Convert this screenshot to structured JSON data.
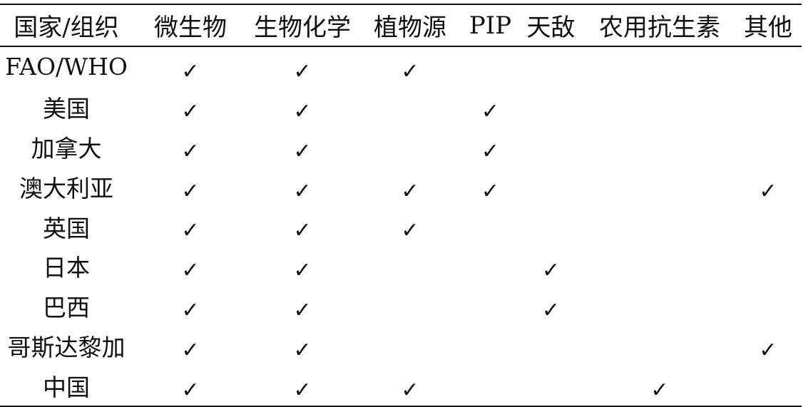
{
  "table": {
    "headers": [
      "国家/组织",
      "微生物",
      "生物化学",
      "植物源",
      "PIP",
      "天敌",
      "农用抗生素",
      "其他"
    ],
    "check_mark": "✓",
    "rows": [
      {
        "country": "FAO/WHO",
        "checks": [
          true,
          true,
          true,
          false,
          false,
          false,
          false
        ]
      },
      {
        "country": "美国",
        "checks": [
          true,
          true,
          false,
          true,
          false,
          false,
          false
        ]
      },
      {
        "country": "加拿大",
        "checks": [
          true,
          true,
          false,
          true,
          false,
          false,
          false
        ]
      },
      {
        "country": "澳大利亚",
        "checks": [
          true,
          true,
          true,
          true,
          false,
          false,
          true
        ]
      },
      {
        "country": "英国",
        "checks": [
          true,
          true,
          true,
          false,
          false,
          false,
          false
        ]
      },
      {
        "country": "日本",
        "checks": [
          true,
          true,
          false,
          false,
          true,
          false,
          false
        ]
      },
      {
        "country": "巴西",
        "checks": [
          true,
          true,
          false,
          false,
          true,
          false,
          false
        ]
      },
      {
        "country": "哥斯达黎加",
        "checks": [
          true,
          true,
          false,
          false,
          false,
          false,
          true
        ]
      },
      {
        "country": "中国",
        "checks": [
          true,
          true,
          true,
          false,
          false,
          true,
          false
        ]
      }
    ]
  }
}
